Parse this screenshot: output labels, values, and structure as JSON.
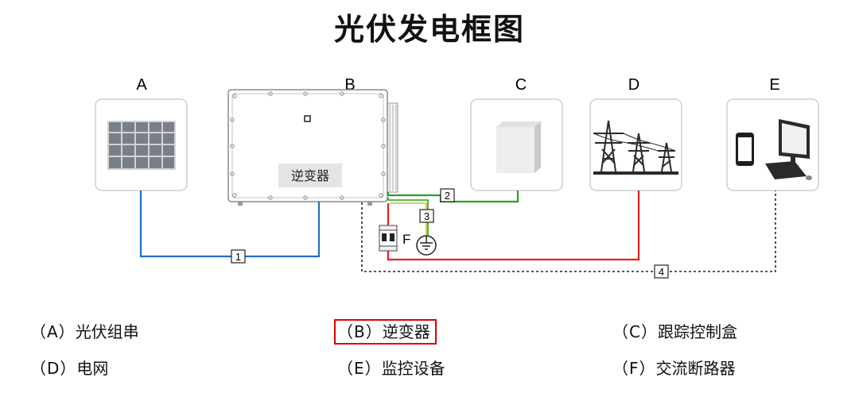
{
  "title": "光伏发电框图",
  "components": {
    "a": {
      "letter": "A",
      "icon": "solar-panel-icon"
    },
    "b": {
      "letter": "B",
      "label": "逆变器",
      "icon": "inverter-icon"
    },
    "c": {
      "letter": "C",
      "icon": "tracker-control-box-icon"
    },
    "d": {
      "letter": "D",
      "icon": "power-grid-tower-icon"
    },
    "e": {
      "letter": "E",
      "icon": "phone-and-computer-icon"
    }
  },
  "connections": [
    "1",
    "2",
    "3",
    "4"
  ],
  "breaker_label": "F",
  "colors": {
    "pv_cable": "#1f6fc4",
    "ac_cable": "#e02020",
    "comm_cable": "#2aa02a",
    "ground_cable": "#c8c020",
    "monitor_cable": "#222222",
    "highlight": "#e00000"
  },
  "legend": [
    {
      "key": "（A）",
      "text": "光伏组串"
    },
    {
      "key": "（B）",
      "text": "逆变器",
      "highlighted": true
    },
    {
      "key": "（C）",
      "text": "跟踪控制盒"
    },
    {
      "key": "（D）",
      "text": "电网"
    },
    {
      "key": "（E）",
      "text": "监控设备"
    },
    {
      "key": "（F）",
      "text": "交流断路器"
    }
  ]
}
